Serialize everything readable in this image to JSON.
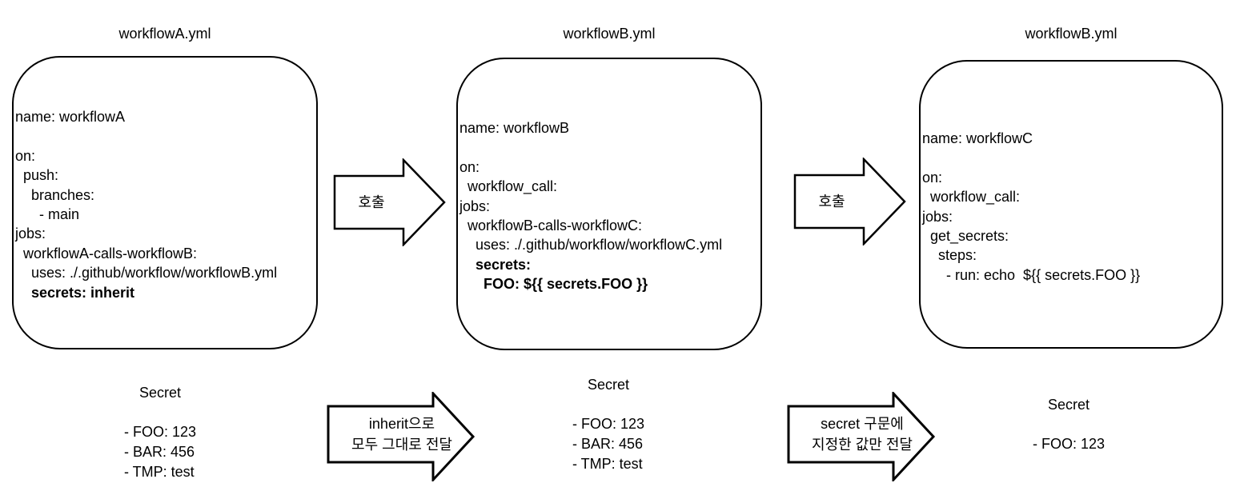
{
  "diagram": {
    "boxes": [
      {
        "title": "workflowA.yml",
        "code": [
          {
            "t": "name: workflowA",
            "b": false
          },
          {
            "t": "",
            "b": false
          },
          {
            "t": "on:",
            "b": false
          },
          {
            "t": "  push:",
            "b": false
          },
          {
            "t": "    branches:",
            "b": false
          },
          {
            "t": "      - main",
            "b": false
          },
          {
            "t": "jobs:",
            "b": false
          },
          {
            "t": "  workflowA-calls-workflowB:",
            "b": false
          },
          {
            "t": "    uses: ./.github/workflow/workflowB.yml",
            "b": false
          },
          {
            "t": "    secrets: inherit",
            "b": true
          }
        ]
      },
      {
        "title": "workflowB.yml",
        "code": [
          {
            "t": "name: workflowB",
            "b": false
          },
          {
            "t": "",
            "b": false
          },
          {
            "t": "on:",
            "b": false
          },
          {
            "t": "  workflow_call:",
            "b": false
          },
          {
            "t": "jobs:",
            "b": false
          },
          {
            "t": "  workflowB-calls-workflowC:",
            "b": false
          },
          {
            "t": "    uses: ./.github/workflow/workflowC.yml",
            "b": false
          },
          {
            "t": "    secrets:",
            "b": true
          },
          {
            "t": "      FOO: ${{ secrets.FOO }}",
            "b": true
          }
        ]
      },
      {
        "title": "workflowB.yml",
        "code": [
          {
            "t": "name: workflowC",
            "b": false
          },
          {
            "t": "",
            "b": false
          },
          {
            "t": "on:",
            "b": false
          },
          {
            "t": "  workflow_call:",
            "b": false
          },
          {
            "t": "jobs:",
            "b": false
          },
          {
            "t": "  get_secrets:",
            "b": false
          },
          {
            "t": "    steps:",
            "b": false
          },
          {
            "t": "      - run: echo  ${{ secrets.FOO }}",
            "b": false
          }
        ]
      }
    ],
    "call_arrows": [
      {
        "label": "호출"
      },
      {
        "label": "호출"
      }
    ],
    "secret_panels": [
      {
        "title": "Secret",
        "items": [
          "- FOO: 123",
          "- BAR: 456",
          "- TMP: test"
        ]
      },
      {
        "title": "Secret",
        "items": [
          "- FOO: 123",
          "- BAR: 456",
          "- TMP: test"
        ]
      },
      {
        "title": "Secret",
        "items": [
          "- FOO: 123"
        ]
      }
    ],
    "transfer_arrows": [
      {
        "label_line1": "inherit으로",
        "label_line2": "모두 그대로 전달"
      },
      {
        "label_line1": "secret 구문에",
        "label_line2": "지정한 값만 전달"
      }
    ],
    "colors": {
      "stroke": "#000000",
      "background": "#ffffff",
      "text": "#000000"
    }
  }
}
